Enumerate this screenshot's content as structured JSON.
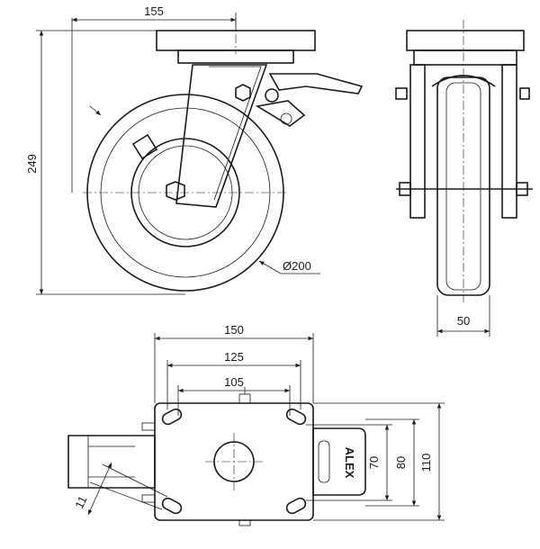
{
  "drawing": {
    "side_view": {
      "dim_offset": "155",
      "dim_height": "249",
      "dim_wheel_diameter": "Ø200"
    },
    "front_view": {
      "dim_wheel_width": "50"
    },
    "top_view": {
      "dim_plate_length": "150",
      "dim_hole_span_outer": "125",
      "dim_hole_span_inner": "105",
      "dim_hole_span_narrow": "70",
      "dim_hole_span_wide": "80",
      "dim_plate_width": "110",
      "dim_slot_width": "11",
      "brand_label": "ALEX"
    }
  }
}
